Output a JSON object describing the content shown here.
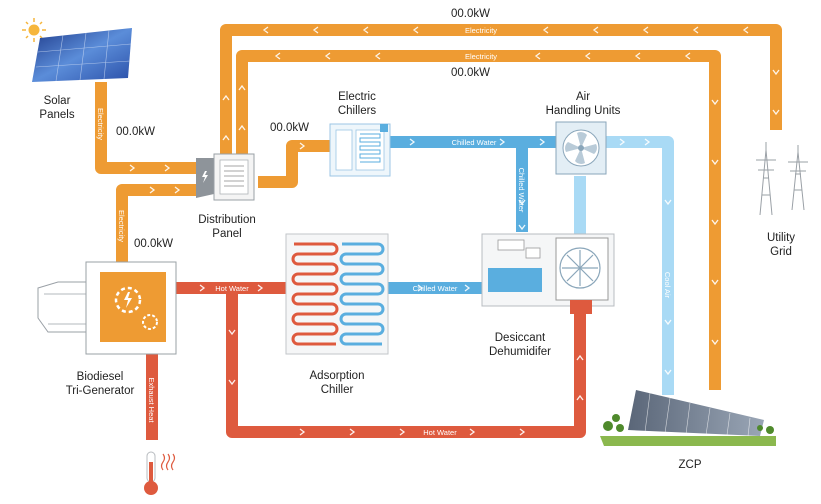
{
  "readouts": {
    "grid_top": "00.0kW",
    "grid_mid": "00.0kW",
    "solar": "00.0kW",
    "chillers": "00.0kW",
    "generator": "00.0kW"
  },
  "components": {
    "solar": [
      "Solar",
      "Panels"
    ],
    "distribution": [
      "Distribution",
      "Panel"
    ],
    "electric_chillers": [
      "Electric",
      "Chillers"
    ],
    "ahu": [
      "Air",
      "Handling Units"
    ],
    "grid": [
      "Utility",
      "Grid"
    ],
    "generator": [
      "Biodiesel",
      "Tri-Generator"
    ],
    "adsorption": [
      "Adsorption",
      "Chiller"
    ],
    "desiccant": [
      "Desiccant",
      "Dehumidifer"
    ],
    "zcp": "ZCP"
  },
  "pipe_labels": {
    "electricity_top": "Electricity",
    "electricity_mid": "Electricity",
    "electricity_solar": "Electricity",
    "electricity_gen": "Electricity",
    "chilled_water_top": "Chilled Water",
    "chilled_water_vert": "Chilled Water",
    "chilled_water_ads": "Chilled Water",
    "hot_water_top": "Hot Water",
    "hot_water_bottom": "Hot Water",
    "cool_air": "Cool Air",
    "exhaust_heat": "Exhaust Heat"
  },
  "colors": {
    "electricity": "#EE9B33",
    "hot_water": "#DE5A3E",
    "chilled_water": "#5AAEDF",
    "cool_air": "#A9DAF5"
  },
  "icons": [
    "sun-icon",
    "solar-panel-icon",
    "distribution-panel-icon",
    "electric-chiller-icon",
    "air-handling-unit-icon",
    "transmission-tower-icon",
    "tri-generator-icon",
    "adsorption-chiller-icon",
    "desiccant-dehumidifier-icon",
    "thermometer-icon",
    "zcp-building-icon"
  ]
}
